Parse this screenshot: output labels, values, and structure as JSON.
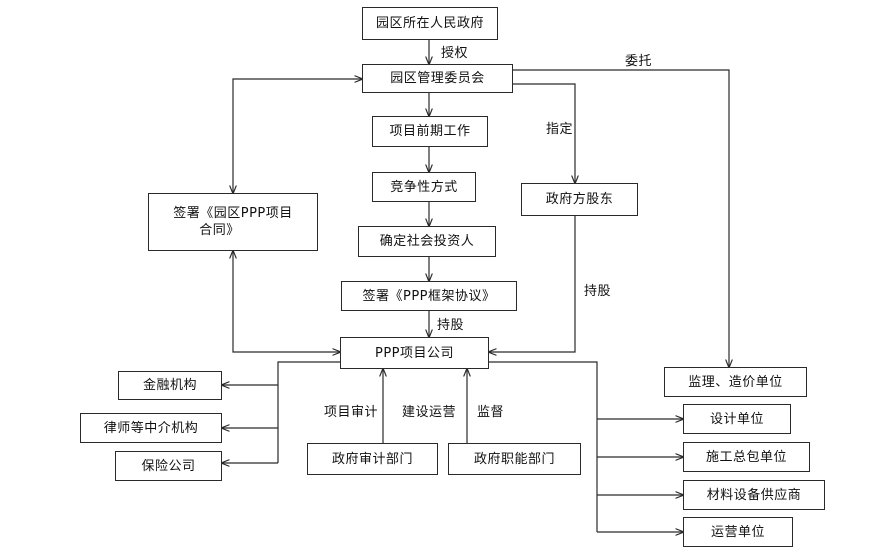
{
  "nodes": {
    "park_government": "园区所在人民政府",
    "park_committee": "园区管理委员会",
    "preliminary_work": "项目前期工作",
    "competitive_method": "竞争性方式",
    "determine_investor": "确定社会投资人",
    "sign_framework": "签署《PPP框架协议》",
    "ppp_company": "PPP项目公司",
    "sign_contract_line1": "签署《园区PPP项目",
    "sign_contract_line2": "合同》",
    "gov_shareholder": "政府方股东",
    "supervision_cost": "监理、造价单位",
    "finance": "金融机构",
    "lawyers": "律师等中介机构",
    "insurance": "保险公司",
    "gov_audit": "政府审计部门",
    "gov_functional": "政府职能部门",
    "design": "设计单位",
    "construction": "施工总包单位",
    "materials": "材料设备供应商",
    "operation": "运营单位"
  },
  "edge_labels": {
    "authorize": "授权",
    "entrust": "委托",
    "designate": "指定",
    "hold_shares_right": "持股",
    "hold_shares_center": "持股",
    "project_audit": "项目审计",
    "build_operate": "建设运营",
    "supervise": "监督"
  },
  "colors": {
    "line": "#2a2a2a",
    "border": "#2a2a2a",
    "text": "#111111"
  }
}
